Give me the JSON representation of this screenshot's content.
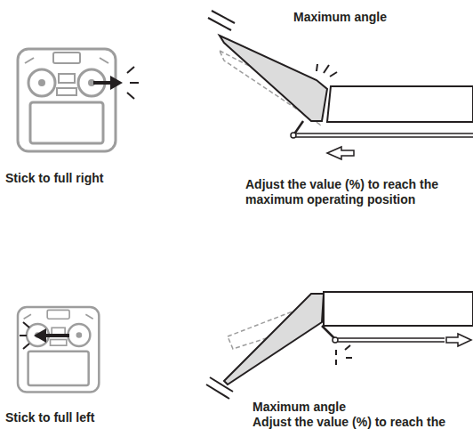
{
  "diagram": {
    "labels": [
      "Maximum angle",
      "Stick to full right",
      "Adjust the value (%) to reach the maximum operating position",
      "Stick to full left",
      "Maximum angle",
      "Adjust the value (%) to reach the"
    ]
  }
}
